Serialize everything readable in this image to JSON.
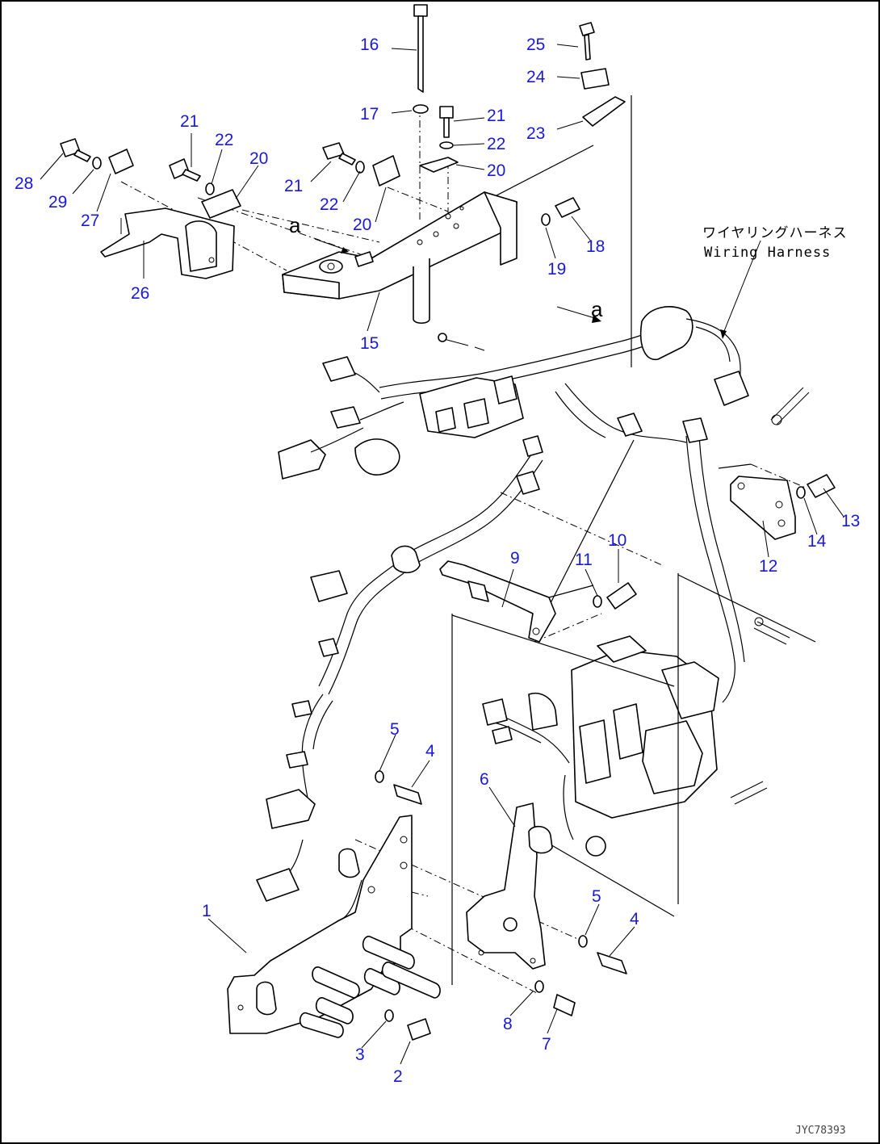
{
  "labels": {
    "l1": "1",
    "l2": "2",
    "l3": "3",
    "l4a": "4",
    "l4b": "4",
    "l5a": "5",
    "l5b": "5",
    "l6": "6",
    "l7": "7",
    "l8": "8",
    "l9": "9",
    "l10": "10",
    "l11": "11",
    "l12": "12",
    "l13": "13",
    "l14": "14",
    "l15": "15",
    "l16": "16",
    "l17": "17",
    "l18": "18",
    "l19": "19",
    "l20a": "20",
    "l20b": "20",
    "l20c": "20",
    "l21a": "21",
    "l21b": "21",
    "l21c": "21",
    "l22a": "22",
    "l22b": "22",
    "l22c": "22",
    "l23": "23",
    "l24": "24",
    "l25": "25",
    "l26": "26",
    "l27": "27",
    "l28": "28",
    "l29": "29"
  },
  "annotations": {
    "harness_jp": "ワイヤリングハーネス",
    "harness_en": "Wiring Harness",
    "view_a1": "a",
    "view_a2": "a"
  },
  "drawing_code": "JYC78393"
}
